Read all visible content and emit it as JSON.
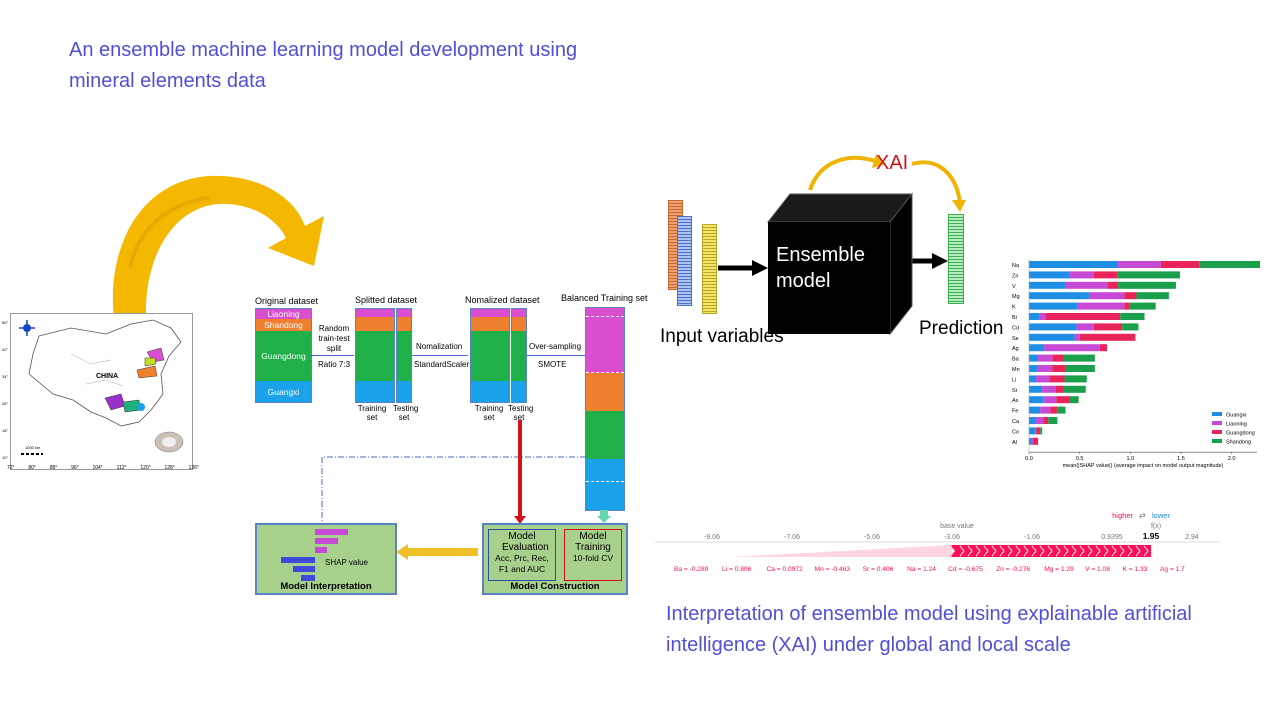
{
  "titles": {
    "top_line1": "An ensemble machine learning model development using",
    "top_line2": "mineral elements data",
    "bottom_line1": "Interpretation of ensemble model using explainable artificial",
    "bottom_line2": "intelligence (XAI) under global and local scale"
  },
  "map": {
    "country": "CHINA",
    "xticks": [
      "72°",
      "80°",
      "88°",
      "96°",
      "104°",
      "112°",
      "120°",
      "128°",
      "136°"
    ],
    "yticks": [
      "50°",
      "42°",
      "34°",
      "26°",
      "18°",
      "10°"
    ],
    "scale": "1000 km"
  },
  "pipeline": {
    "original": {
      "title": "Original dataset",
      "liaoning": "Liaoning",
      "shandong": "Shandong",
      "guangdong": "Guangdong",
      "guangxi": "Guangxi"
    },
    "split": {
      "title": "Splitted dataset",
      "step": "Random train-test split",
      "ratio": "Ratio 7:3",
      "train": "Training set",
      "test": "Testing set"
    },
    "normalized": {
      "title": "Nomalized dataset",
      "step": "Nomalization",
      "method": "StandardScaler",
      "train": "Training set",
      "test": "Testing set"
    },
    "balanced": {
      "title": "Balanced Training set",
      "step": "Over-sampling",
      "method": "SMOTE"
    },
    "construction": {
      "title": "Model Construction",
      "eval_title": "Model Evaluation",
      "eval_metrics": "Acc, Prc, Rec, F1 and AUC",
      "train_title": "Model Training",
      "train_cv": "10-fold CV"
    },
    "interpretation": {
      "title": "Model Interpretation",
      "shap": "SHAP value"
    }
  },
  "xai": {
    "label": "XAI",
    "input": "Input variables",
    "model": "Ensemble model",
    "prediction": "Prediction"
  },
  "colors": {
    "liaoning": "#d94fd0",
    "shandong": "#ee8030",
    "guangdong": "#1fb04a",
    "guangxi": "#1aa3ea",
    "arrow_gold": "#f5b800",
    "title_blue": "#4f4fd8",
    "box_green": "#a8d08d"
  },
  "chart_data": [
    {
      "type": "bar",
      "stacked": true,
      "orientation": "horizontal",
      "categories": [
        "Na",
        "Zn",
        "V",
        "Mg",
        "K",
        "Bi",
        "Cd",
        "Se",
        "Ag",
        "Ba",
        "Mn",
        "Li",
        "Sr",
        "As",
        "Fe",
        "Ca",
        "Co",
        "Al"
      ],
      "series": [
        {
          "name": "Guangxi",
          "color": "#1f8fe6",
          "values": [
            0.88,
            0.4,
            0.36,
            0.6,
            0.48,
            0.1,
            0.47,
            0.45,
            0.15,
            0.09,
            0.08,
            0.07,
            0.13,
            0.14,
            0.11,
            0.07,
            0.06,
            0.02
          ]
        },
        {
          "name": "Liaoning",
          "color": "#c74ad6",
          "values": [
            0.42,
            0.24,
            0.42,
            0.34,
            0.46,
            0.06,
            0.17,
            0.05,
            0.55,
            0.14,
            0.15,
            0.13,
            0.13,
            0.13,
            0.1,
            0.07,
            0.01,
            0.02
          ]
        },
        {
          "name": "Guangdong",
          "color": "#e8245a",
          "values": [
            0.38,
            0.23,
            0.1,
            0.12,
            0.05,
            0.74,
            0.28,
            0.55,
            0.07,
            0.11,
            0.13,
            0.15,
            0.08,
            0.13,
            0.07,
            0.05,
            0.04,
            0.05
          ]
        },
        {
          "name": "Shandong",
          "color": "#1aa04a",
          "values": [
            0.6,
            0.62,
            0.57,
            0.32,
            0.26,
            0.24,
            0.16,
            0.0,
            0.0,
            0.31,
            0.29,
            0.22,
            0.22,
            0.09,
            0.08,
            0.09,
            0.02,
            0.0
          ]
        }
      ],
      "xlabel": "mean(|SHAP value|) (average impact on model output magnitude)",
      "xlim": [
        0,
        2.25
      ],
      "xticks": [
        "0.0",
        "0.5",
        "1.0",
        "1.5",
        "2.0"
      ],
      "legend": "bottom-right"
    },
    {
      "type": "force",
      "higher": "higher",
      "lower": "lower",
      "fx_label": "f(x)",
      "base_label": "base value",
      "ticks": [
        "-9.06",
        "-7.06",
        "-5.06",
        "-3.06",
        "-1.06",
        "0.9395",
        "1.95",
        "2.94"
      ],
      "tick_values": [
        -9.06,
        -7.06,
        -5.06,
        -3.06,
        -1.06,
        0.9395,
        1.95,
        2.94
      ],
      "base_value": -3.06,
      "output_value": 1.95,
      "features": [
        "Ba = -0.289",
        "Li = 0.806",
        "Ca = 0.0972",
        "Mn = -0.463",
        "Sr = 0.406",
        "Na = 1.24",
        "Cd = -0.675",
        "Zn = -0.276",
        "Mg = 1.29",
        "V = 1.08",
        "K = 1.33",
        "Ag = 1.7"
      ]
    }
  ]
}
